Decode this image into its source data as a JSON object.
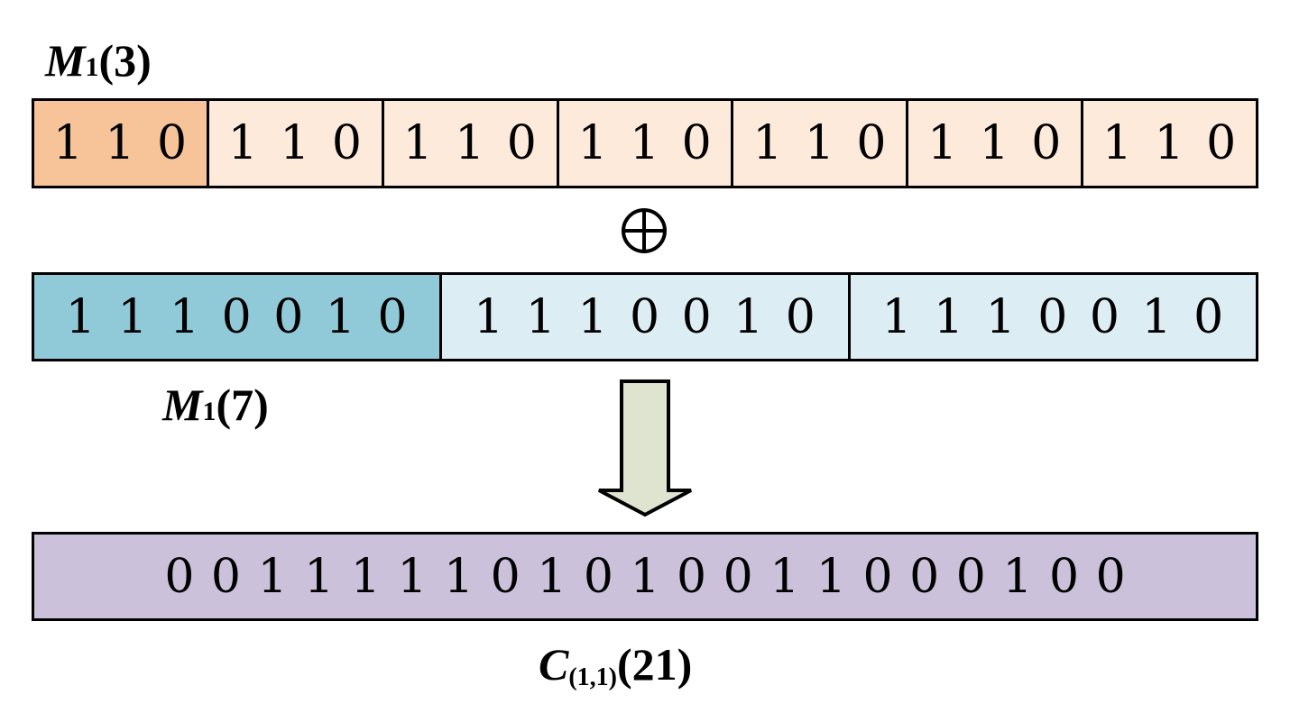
{
  "colors": {
    "m1_3_first": "#f7c398",
    "m1_3_rest": "#fdeadb",
    "m1_7_first": "#90cad9",
    "m1_7_rest": "#dcedf4",
    "c_fill": "#ccc1da",
    "arrow_fill": "#dfe4d0"
  },
  "labels": {
    "m1_3": {
      "main": "M",
      "sub": "1",
      "arg": "(3)"
    },
    "m1_7": {
      "main": "M",
      "sub": "1",
      "arg": "(7)"
    },
    "c": {
      "main": "C",
      "sub": "(1,1)",
      "arg": "(21)"
    }
  },
  "m1_3_cells": [
    "1 1 0",
    "1 1 0",
    "1 1 0",
    "1 1 0",
    "1 1 0",
    "1 1 0",
    "1 1 0"
  ],
  "operator": "⊕",
  "m1_7_cells": [
    "1 1 1 0 0 1 0",
    "1 1 1 0 0 1 0",
    "1 1 1 0 0 1 0"
  ],
  "c_cells": [
    "0 0 1 1 1 1 1 0 1 0 1 0 0 1 1 0 0 0 1 0 0"
  ],
  "icons": {
    "operator": "xor-circle-icon",
    "arrow": "down-arrow-icon"
  }
}
